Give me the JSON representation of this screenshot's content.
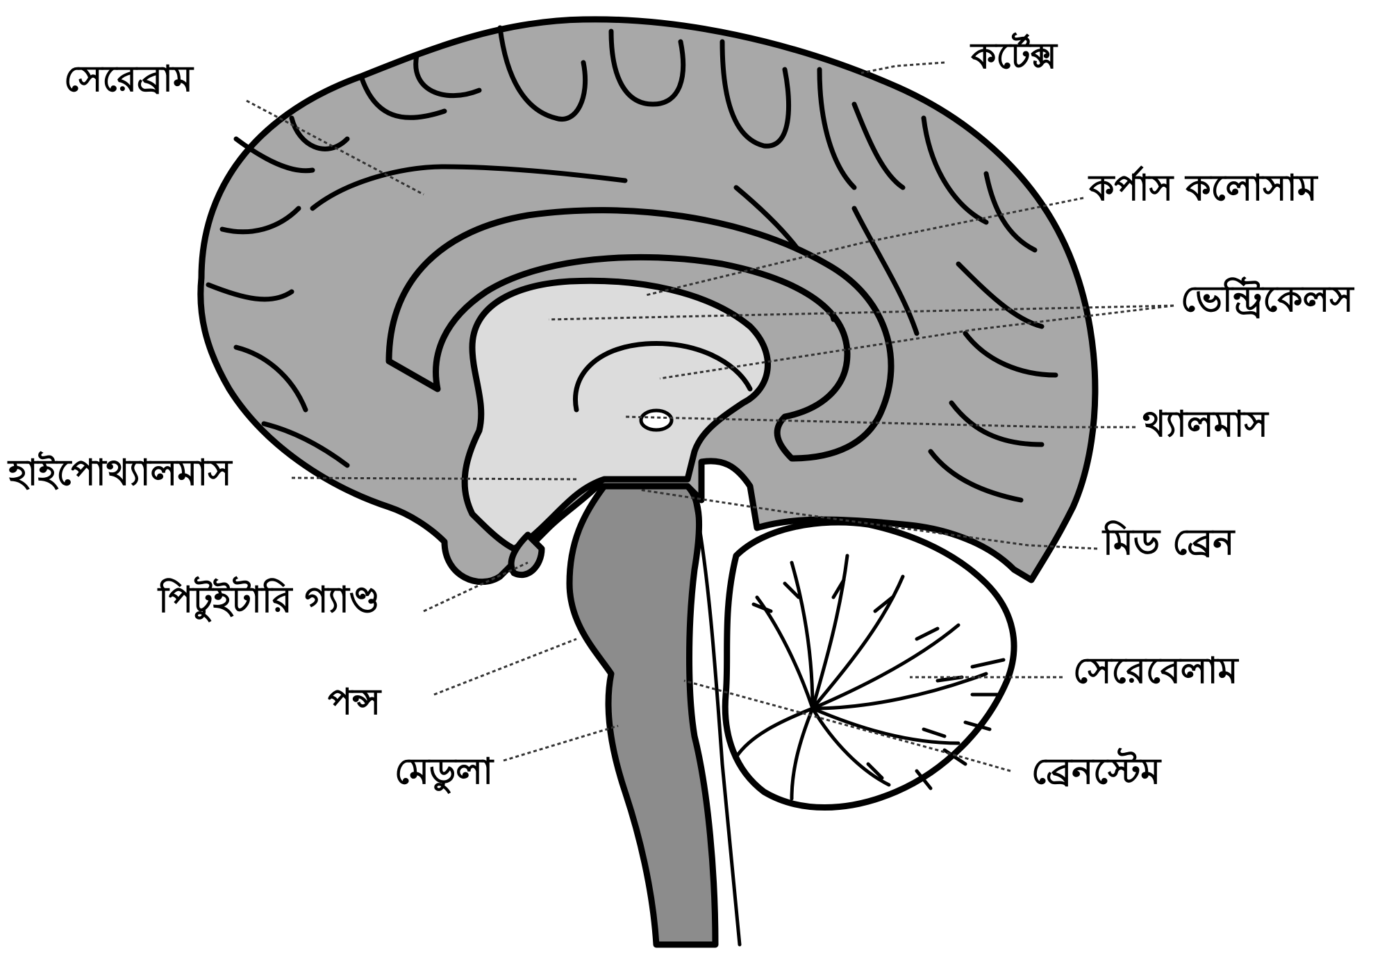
{
  "colors": {
    "brain_gray": "#a8a8a8",
    "ventricle_light": "#dcdcdc",
    "stem_gray": "#8c8c8c",
    "outline": "#000000",
    "background": "#ffffff"
  },
  "labels": {
    "cerebrum": "সেরেব্রাম",
    "cortex": "কর্টেক্স",
    "corpus_callosum": "কর্পাস কলোসাম",
    "ventricles": "ভেন্ট্রিকেলস",
    "thalamus": "থ্যালমাস",
    "hypothalamus": "হাইপোথ্যালমাস",
    "midbrain": "মিড ব্রেন",
    "pituitary": "পিটুইটারি গ্যাণ্ড",
    "cerebellum": "সেরেবেলাম",
    "pons": "পন্স",
    "medulla": "মেডুলা",
    "brainstem": "ব্রেনস্টেম"
  }
}
